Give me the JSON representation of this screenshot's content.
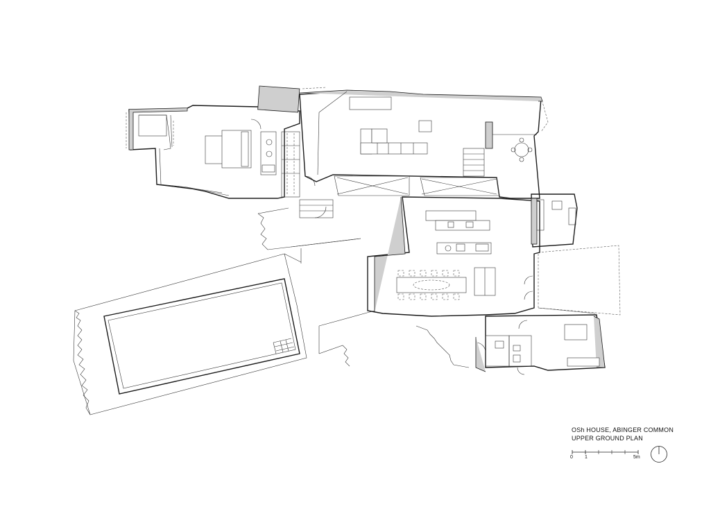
{
  "title": {
    "line1": "OSh HOUSE, ABINGER COMMON",
    "line2": "UPPER GROUND PLAN"
  },
  "scale_bar": {
    "label_0": "0",
    "label_1": "1",
    "label_5": "5m"
  },
  "icons": {
    "north_indicator": "north-arrow-circle"
  }
}
